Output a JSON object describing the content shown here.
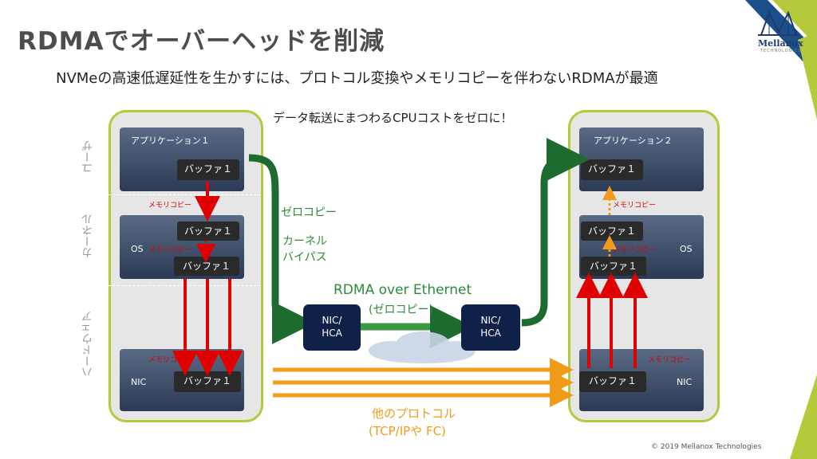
{
  "title": "RDMAでオーバーヘッドを削減",
  "subtitle": "NVMeの高速低遅延性を生かすには、プロトコル変換やメモリコピーを伴わないRDMAが最適",
  "logo": {
    "name": "Mellanox",
    "sub": "TECHNOLOGIES"
  },
  "caption_top": "データ転送にまつわるCPUコストをゼロに！",
  "layers": {
    "user": "ユーザ",
    "kernel": "カーネル",
    "hardware": "ハードウェア"
  },
  "left_host": {
    "app": "アプリケーション１",
    "app_buffer": "バッファ１",
    "os": "OS",
    "os_buffer_1": "バッファ１",
    "os_buffer_2": "バッファ１",
    "nic": "NIC",
    "nic_buffer": "バッファ１",
    "memcopy_1": "メモリコピー",
    "memcopy_2": "メモリコピー",
    "memcopy_3": "メモリコピー"
  },
  "right_host": {
    "app": "アプリケーション２",
    "app_buffer": "バッファ１",
    "os": "OS",
    "os_buffer_1": "バッファ１",
    "os_buffer_2": "バッファ１",
    "nic": "NIC",
    "nic_buffer": "バッファ１",
    "memcopy_1": "メモリコピー",
    "memcopy_2": "メモリコピー",
    "memcopy_3": "メモリコピー"
  },
  "zero_copy": "ゼロコピー",
  "kernel_bypass_1": "カーネル",
  "kernel_bypass_2": "バイパス",
  "rdma_title": "RDMA over Ethernet",
  "rdma_sub": "(ゼロコピー)",
  "nic_hca_left_1": "NIC/",
  "nic_hca_left_2": "HCA",
  "nic_hca_right_1": "NIC/",
  "nic_hca_right_2": "HCA",
  "other_protocol": "他のプロトコル",
  "other_protocol_sub": "(TCP/IPや FC)",
  "copyright": "© 2019 Mellanox Technologies",
  "colors": {
    "accent_green": "#b6c93a",
    "rdma_green": "#2d8a3a",
    "copy_red": "#e00000",
    "other_orange": "#f29b1a",
    "nic_navy": "#0f2149",
    "corner_blue": "#1b4f8a"
  }
}
